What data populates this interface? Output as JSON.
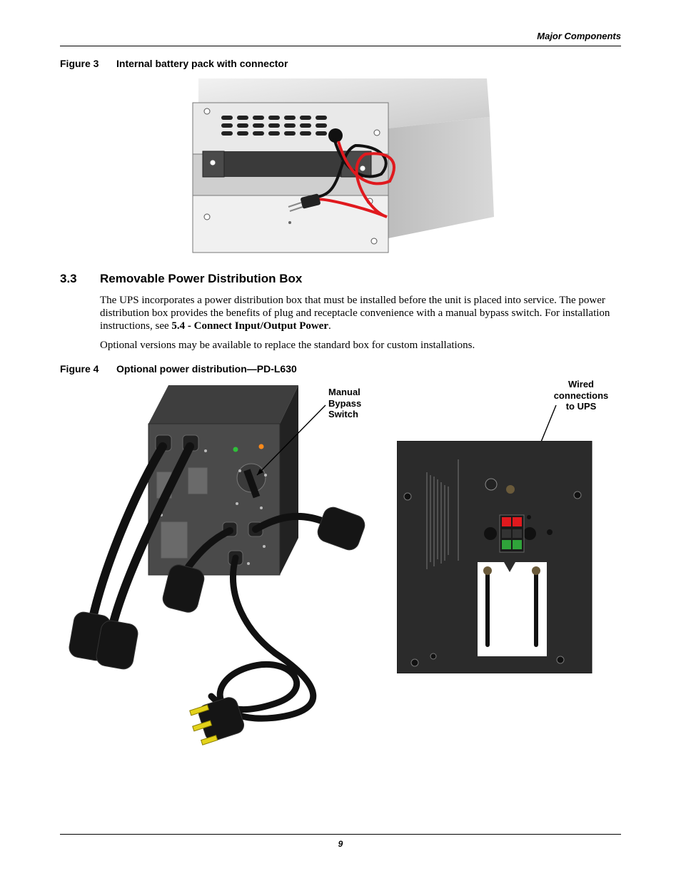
{
  "header": {
    "title": "Major Components"
  },
  "figure3": {
    "number": "Figure 3",
    "caption": "Internal battery pack with connector"
  },
  "section": {
    "number": "3.3",
    "title": "Removable Power Distribution Box",
    "para1_text": "The UPS incorporates a power distribution box that must be installed before the unit is placed into service. The power distribution box provides the benefits of plug and receptacle convenience with a manual bypass switch. For installation instructions, see ",
    "para1_ref": "5.4 - Connect Input/Output Power",
    "para1_end": ".",
    "para2": "Optional versions may be available to replace the standard box for custom installations."
  },
  "figure4": {
    "number": "Figure 4",
    "caption": "Optional power distribution—PD-L630",
    "callout_manual_bypass": [
      "Manual",
      "Bypass",
      "Switch"
    ],
    "callout_wired": [
      "Wired",
      "connections",
      "to UPS"
    ]
  },
  "footer": {
    "page_number": "9"
  },
  "colors": {
    "wire_red": "#e0191e",
    "wire_black": "#111111",
    "plug_yellow": "#e3d21a",
    "panel_dark": "#2b2b2b"
  }
}
